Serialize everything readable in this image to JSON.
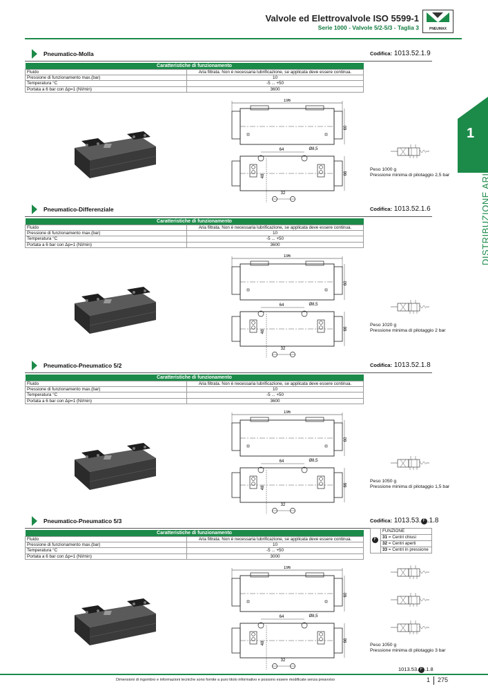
{
  "header": {
    "title": "Valvole ed Elettrovalvole ISO 5599-1",
    "subtitle": "Serie 1000 - Valvole 5/2-5/3 - Taglia 3",
    "logo_text": "PNEUMAX"
  },
  "side_tab": {
    "number": "1",
    "label": "DISTRIBUZIONE ARIA"
  },
  "colors": {
    "accent": "#1c8a49"
  },
  "table_header": "Caratteristiche di funzionamento",
  "row_labels": [
    "Fluido",
    "Pressione di funzionamento max.(bar)",
    "Temperatura °C",
    "Portata a 6 bar con Δp=1 (Nl/min)"
  ],
  "drawing": {
    "dim_length": "196",
    "dim_height": "60",
    "dim_64": "64",
    "dim_dia": "Ø8,5",
    "dim_48": "48",
    "dim_32": "32",
    "dim_66": "66"
  },
  "sections": [
    {
      "title": "Pneumatico-Molla",
      "codifica_label": "Codifica:",
      "code": "1013.52.1.9",
      "values": [
        "Aria filtrata. Non è necessaria lubrificazione, se applicata deve essere continua.",
        "10",
        "-5 ... +50",
        "3600"
      ],
      "weight": "Peso 1000 g",
      "pressure": "Pressione minima di pilotaggio 2,5 bar"
    },
    {
      "title": "Pneumatico-Differenziale",
      "codifica_label": "Codifica:",
      "code": "1013.52.1.6",
      "values": [
        "Aria filtrata. Non è necessaria lubrificazione, se applicata deve essere continua.",
        "10",
        "-5 ... +50",
        "3600"
      ],
      "weight": "Peso 1020 g",
      "pressure": "Pressione minima di pilotaggio 2 bar"
    },
    {
      "title": "Pneumatico-Pneumatico 5/2",
      "codifica_label": "Codifica:",
      "code": "1013.52.1.8",
      "values": [
        "Aria filtrata. Non è necessaria lubrificazione, se applicata deve essere continua.",
        "10",
        "-5 ... +50",
        "3600"
      ],
      "weight": "Peso 1050 g",
      "pressure": "Pressione minima di pilotaggio 1,5 bar"
    },
    {
      "title": "Pneumatico-Pneumatico 5/3",
      "codifica_label": "Codifica:",
      "code_prefix": "1013.53.",
      "code_badge": "F",
      "code_suffix": ".1.8",
      "values": [
        "Aria filtrata. Non è necessaria lubrificazione, se applicata deve essere continua.",
        "10",
        "-5 ... +50",
        "3000"
      ],
      "weight": "Peso 1050 g",
      "pressure": "Pressione minima di pilotaggio 3 bar",
      "function_header": "FUNZIONE",
      "functions": [
        {
          "code": "31",
          "label": "= Centri chiusi"
        },
        {
          "code": "32",
          "label": "= Centri aperti"
        },
        {
          "code": "33",
          "label": "= Centri in pressione"
        }
      ]
    }
  ],
  "footer": {
    "note": "Dimensioni di ingombro e informazioni tecniche sono fornite a puro titolo informativo e possono essere modificate senza preavviso",
    "chapter": "1",
    "page": "275"
  }
}
